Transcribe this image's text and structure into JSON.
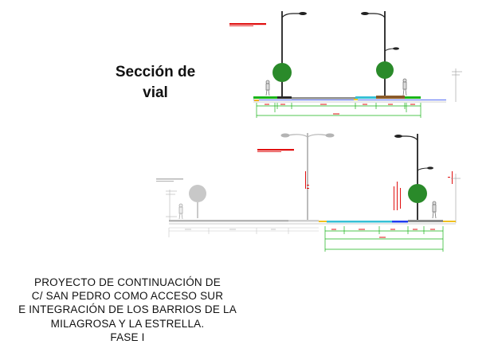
{
  "heading": {
    "line1": "Sección de",
    "line2": "vial"
  },
  "project": {
    "lines": [
      "PROYECTO DE CONTINUACIÓN DE",
      "C/ SAN PEDRO COMO ACCESO SUR",
      "E INTEGRACIÓN DE LOS BARRIOS DE LA",
      "MILAGROSA Y LA ESTRELLA.",
      "FASE I"
    ]
  },
  "colors": {
    "dim": "#19b419",
    "red": "#e01010",
    "tree": "#2a8a2a",
    "water": "#36c0d6",
    "blue": "#1e3cf0",
    "grey": "#b4b4b4",
    "dark": "#222222"
  }
}
